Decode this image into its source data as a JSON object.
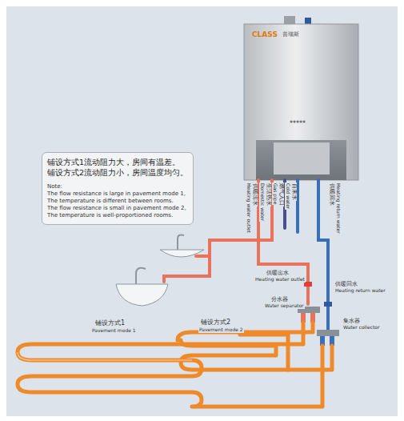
{
  "diagram": {
    "nodes": [
      {
        "text": [
          "CLASS",
          "普瑞斯",
          "*****"
        ]
      },
      {
        "text": [
          "铺设方式1流动阻力大，房间有温差。",
          "铺设方式2流动阻力小，房间温度均匀。",
          "Note:",
          "The flow resistance is large in pavement mode 1,",
          "The temperature is different between rooms.",
          "The flow resistance is small in pavement mode 2,",
          "The temperature is well-proportioned rooms."
        ]
      }
    ],
    "labels": [
      "供暖出水",
      "Heating water outlet",
      "生活热水",
      "Domestic water",
      "燃气入口",
      "Gas pipe",
      "自来水",
      "Cold water",
      "供暖回水",
      "Heating return water",
      "供暖出水",
      "Heating water outlet",
      "分水器",
      "Water separator",
      "供暖回水",
      "Heating return water",
      "集水器",
      "Water collector",
      "铺设方式1",
      "Pavement mode 1",
      "铺设方式2",
      "Pavement mode 2"
    ]
  }
}
